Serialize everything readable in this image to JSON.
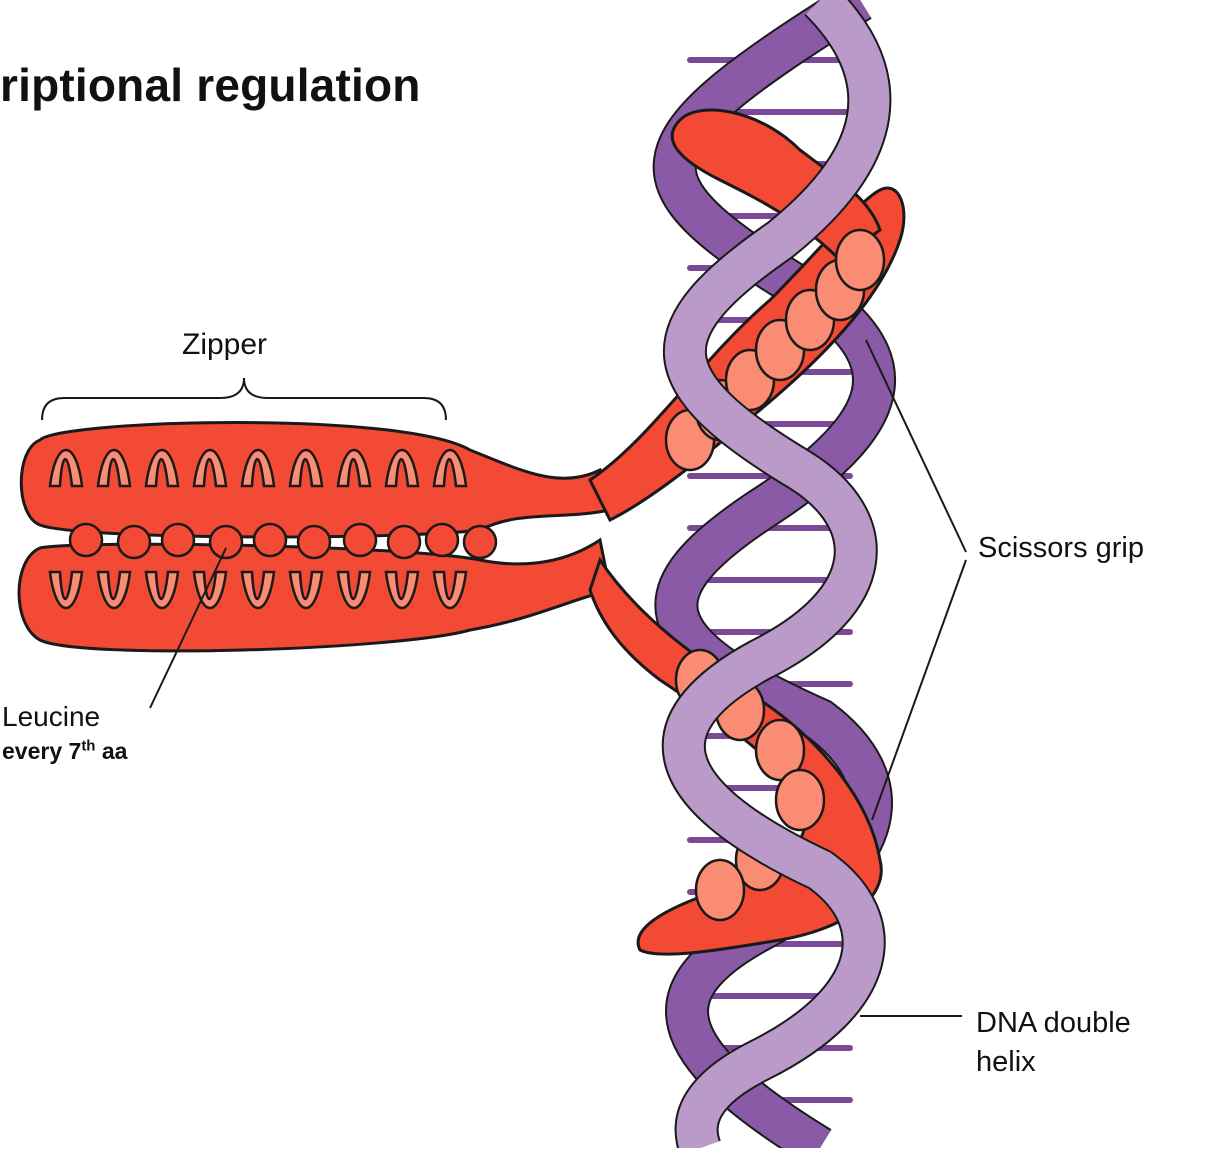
{
  "title": "riptional regulation",
  "labels": {
    "zipper": "Zipper",
    "leucine": "Leucine",
    "every_pre": "every 7",
    "every_sup": "th",
    "every_post": " aa",
    "scissors": "Scissors grip",
    "dna_line1": "DNA double",
    "dna_line2": "helix"
  },
  "colors": {
    "protein": "#f24a35",
    "protein_light": "#f98c72",
    "dna_light": "#b99ac9",
    "dna_dark": "#8a5aa6",
    "outline": "#1a1a1a"
  }
}
